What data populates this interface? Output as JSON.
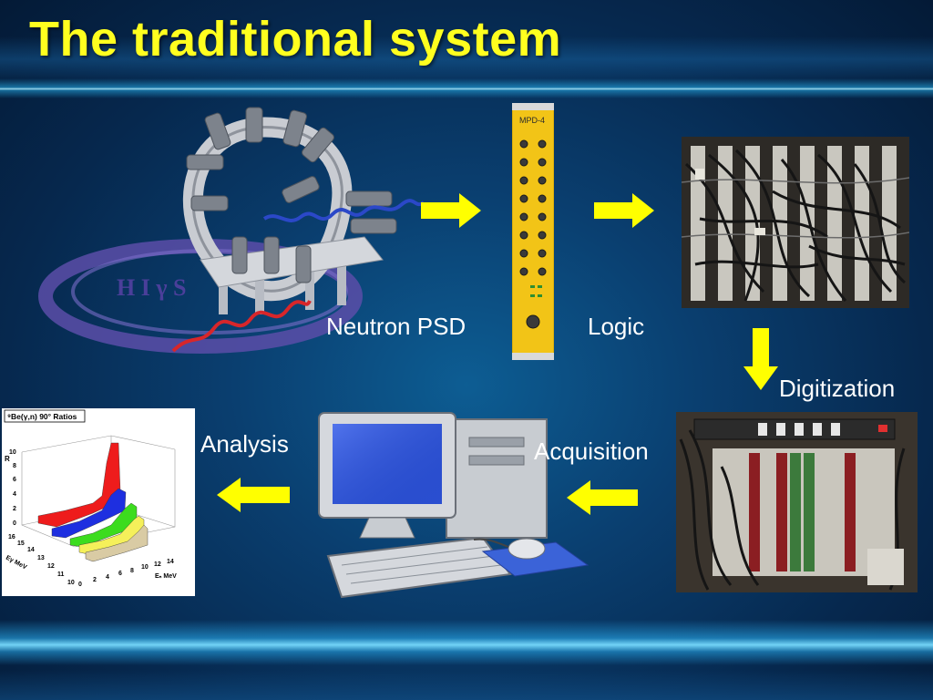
{
  "slide": {
    "title": "The traditional system"
  },
  "logo_text": "H I γ S",
  "module": {
    "label": "MPD-4"
  },
  "stages": {
    "neutron_psd": "Neutron PSD",
    "logic": "Logic",
    "digitization": "Digitization",
    "acquisition": "Acquisition",
    "analysis": "Analysis"
  },
  "plot": {
    "title": "⁹Be(γ,n) 90° Ratios",
    "y_axis_label": "R",
    "y_ticks": [
      "0",
      "2",
      "4",
      "6",
      "8",
      "10"
    ],
    "en_ticks": [
      "0",
      "2",
      "4",
      "6",
      "8",
      "10",
      "12",
      "14"
    ],
    "en_label": "Eₙ MeV",
    "eg_ticks": [
      "10",
      "11",
      "12",
      "13",
      "14",
      "15",
      "16"
    ],
    "eg_label": "Eγ MeV"
  },
  "colors": {
    "title": "#ffff1f",
    "arrow": "#ffff00",
    "label": "#ffffff",
    "module": "#f2c417"
  }
}
